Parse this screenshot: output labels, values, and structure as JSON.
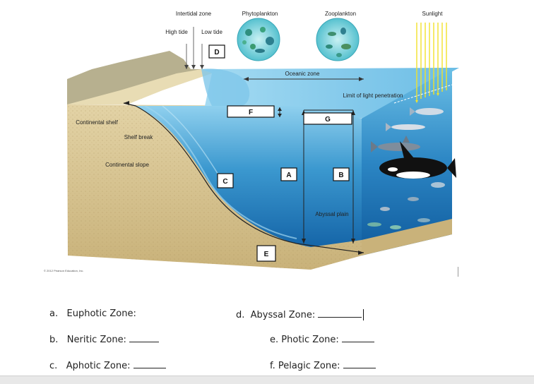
{
  "diagram": {
    "labels": {
      "intertidal_zone": "Intertidal zone",
      "high_tide": "High tide",
      "low_tide": "Low tide",
      "phytoplankton": "Phytoplankton",
      "zooplankton": "Zooplankton",
      "sunlight": "Sunlight",
      "oceanic_zone": "Oceanic zone",
      "limit_of_light": "Limit of light penetration",
      "continental_shelf": "Continental shelf",
      "shelf_break": "Shelf break",
      "continental_slope": "Continental slope",
      "abyssal_plain": "Abyssal plain",
      "copyright": "© 2012 Pearson Education, Inc."
    },
    "boxes": {
      "D": "D",
      "F": "F",
      "G": "G",
      "A": "A",
      "B": "B",
      "C": "C",
      "E": "E"
    }
  },
  "questions": [
    {
      "letter": "a.",
      "text": "Euphotic Zone:"
    },
    {
      "letter": "b.",
      "text": "Neritic Zone:"
    },
    {
      "letter": "c.",
      "text": "Aphotic Zone:"
    },
    {
      "letter": "d.",
      "text": "Abyssal Zone:"
    },
    {
      "letter": "e.",
      "text": "Photic Zone:"
    },
    {
      "letter": "f.",
      "text": "Pelagic Zone:"
    }
  ],
  "colors": {
    "water_surface": "#5fb6de",
    "water_deep": "#1f78b8",
    "sand": "#d9c89a",
    "sand_dark": "#c7b27c",
    "sunlight": "#f2e22a"
  }
}
